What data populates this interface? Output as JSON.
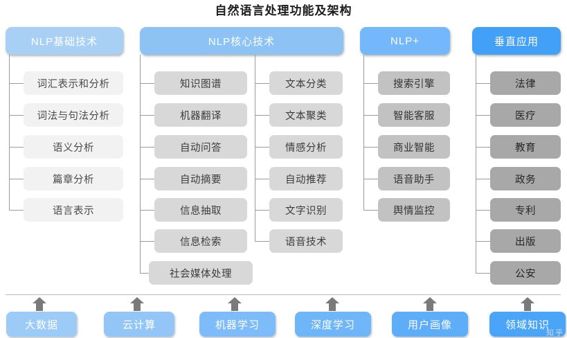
{
  "title": "自然语言处理功能及架构",
  "columns": [
    {
      "id": "nlp-basic",
      "header": "NLP基础技术",
      "header_color": "#a8d0f5",
      "node_color": "#f2f2f2",
      "items": [
        "词汇表示和分析",
        "词法与句法分析",
        "语义分析",
        "篇章分析",
        "语言表示"
      ]
    },
    {
      "id": "nlp-core",
      "header": "NLP核心技术",
      "header_color": "#8dc2f5",
      "node_color": "#d8d8d8",
      "items_left": [
        "知识图谱",
        "机器翻译",
        "自动问答",
        "自动摘要",
        "信息抽取",
        "信息检索",
        "社会媒体处理"
      ],
      "items_right": [
        "文本分类",
        "文本聚类",
        "情感分析",
        "自动推荐",
        "文字识别",
        "语音技术"
      ]
    },
    {
      "id": "nlp-plus",
      "header": "NLP+",
      "header_color": "#74b7fb",
      "node_color": "#c2c2c2",
      "items": [
        "搜索引擎",
        "智能客服",
        "商业智能",
        "语音助手",
        "舆情监控"
      ]
    },
    {
      "id": "vertical-apps",
      "header": "垂直应用",
      "header_color": "#43a0f7",
      "node_color": "#a8a8a8",
      "items": [
        "法律",
        "医疗",
        "教育",
        "政务",
        "专利",
        "出版",
        "公安"
      ]
    }
  ],
  "foundation": {
    "items": [
      {
        "label": "大数据",
        "color": "#9ccbf7"
      },
      {
        "label": "云计算",
        "color": "#93c6f7"
      },
      {
        "label": "机器学习",
        "color": "#7dbcf8"
      },
      {
        "label": "深度学习",
        "color": "#6fb6f9"
      },
      {
        "label": "用户画像",
        "color": "#5dadf9"
      },
      {
        "label": "领域知识",
        "color": "#4aa4f8"
      }
    ],
    "arrow_color": "#7a7a7a",
    "arrow_icon": "arrow-up-icon"
  },
  "watermark": "知乎"
}
